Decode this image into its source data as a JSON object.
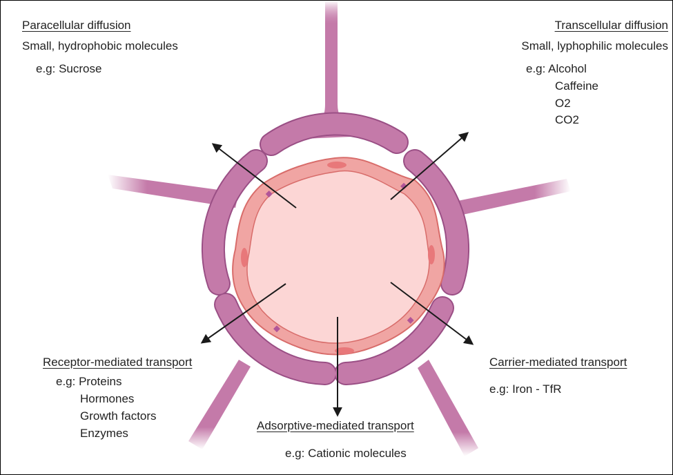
{
  "paracellular": {
    "title": "Paracellular diffusion",
    "desc": "Small, hydrophobic molecules",
    "example": "e.g: Sucrose"
  },
  "transcellular": {
    "title": "Transcellular diffusion",
    "desc": "Small, lyphophilic molecules",
    "example_prefix": "e.g: Alcohol",
    "examples_more": [
      "Caffeine",
      "O2",
      "CO2"
    ]
  },
  "receptor": {
    "title": "Receptor-mediated transport",
    "example_prefix": "e.g: Proteins",
    "examples_more": [
      "Hormones",
      "Growth factors",
      "Enzymes"
    ]
  },
  "carrier": {
    "title": "Carrier-mediated transport",
    "example": "e.g: Iron - TfR"
  },
  "adsorptive": {
    "title": "Adsorptive-mediated transport",
    "example": "e.g: Cationic molecules"
  },
  "colors": {
    "astrocyte": "#c47aa9",
    "astrocyte_stroke": "#9a4f85",
    "endothelium": "#f0a5a3",
    "endothelium_stroke": "#d86c6a",
    "lumen": "#fcd6d5",
    "nucleus": "#e8787a",
    "junction": "#b15598",
    "arrow": "#1a1a1a"
  }
}
